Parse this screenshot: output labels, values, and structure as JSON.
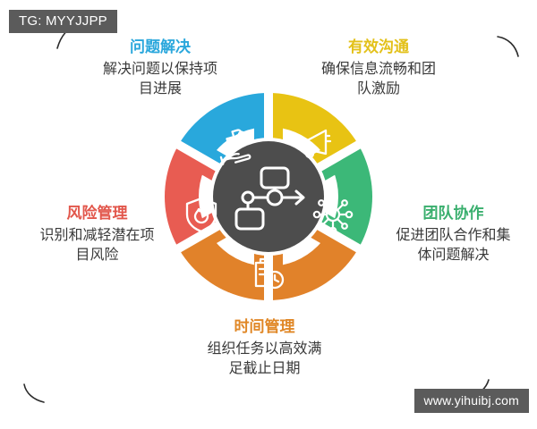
{
  "watermarks": {
    "top_left": "TG: MYYJJPP",
    "bottom_right": "www.yihuibj.com"
  },
  "center": {
    "icon": "workflow-flowchart-icon",
    "color": "#4d4d4d"
  },
  "wheel": {
    "segments": [
      {
        "key": "problem_solving",
        "title": "问题解决",
        "description": "解决问题以保持项目进展",
        "color": "#29a8dc",
        "icon": "hand-puzzle-piece-icon",
        "position": "top-left"
      },
      {
        "key": "effective_communication",
        "title": "有效沟通",
        "description": "确保信息流畅和团队激励",
        "color": "#e8c313",
        "icon": "megaphone-icon",
        "position": "top-right"
      },
      {
        "key": "team_collaboration",
        "title": "团队协作",
        "description": "促进团队合作和集体问题解决",
        "color": "#3cb878",
        "icon": "network-nodes-icon",
        "position": "right"
      },
      {
        "key": "time_management",
        "title": "时间管理",
        "description": "组织任务以高效满足截止日期",
        "color": "#e1822a",
        "icon": "clipboard-clock-icon",
        "position": "bottom"
      },
      {
        "key": "risk_management",
        "title": "风险管理",
        "description": "识别和减轻潜在项目风险",
        "color": "#e85c52",
        "icon": "shield-flame-icon",
        "position": "left"
      }
    ]
  },
  "labels": {
    "problem_solving": {
      "title": "问题解决",
      "line1": "解决问题以保持项",
      "line2": "目进展"
    },
    "effective_communication": {
      "title": "有效沟通",
      "line1": "确保信息流畅和团",
      "line2": "队激励"
    },
    "team_collaboration": {
      "title": "团队协作",
      "line1": "促进团队合作和集",
      "line2": "体问题解决"
    },
    "time_management": {
      "title": "时间管理",
      "line1": "组织任务以高效满",
      "line2": "足截止日期"
    },
    "risk_management": {
      "title": "风险管理",
      "line1": "识别和减轻潜在项",
      "line2": "目风险"
    }
  }
}
